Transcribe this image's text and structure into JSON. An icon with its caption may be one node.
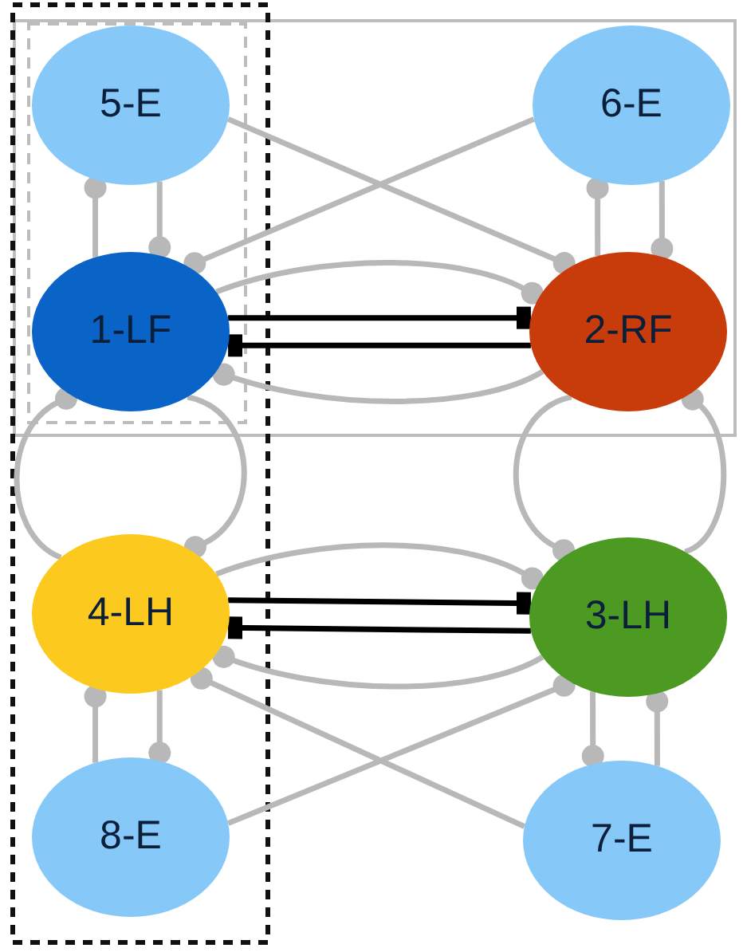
{
  "diagram": {
    "nodes": [
      {
        "text": [
          "5-E"
        ]
      },
      {
        "text": [
          "6-E"
        ]
      },
      {
        "text": [
          "1-LF"
        ]
      },
      {
        "text": [
          "2-RF"
        ]
      },
      {
        "text": [
          "4-LH"
        ]
      },
      {
        "text": [
          "3-LH"
        ]
      },
      {
        "text": [
          "8-E"
        ]
      },
      {
        "text": [
          "7-E"
        ]
      }
    ],
    "edges": [
      {
        "from": 2,
        "to": 0,
        "arrow": "other"
      },
      {
        "from": 0,
        "to": 2,
        "arrow": "other"
      },
      {
        "from": 3,
        "to": 1,
        "arrow": "other"
      },
      {
        "from": 1,
        "to": 3,
        "arrow": "other"
      },
      {
        "from": 0,
        "to": 3,
        "arrow": "other"
      },
      {
        "from": 1,
        "to": 2,
        "arrow": "other"
      },
      {
        "from": 2,
        "to": 3,
        "arrow": "other"
      },
      {
        "from": 3,
        "to": 2,
        "arrow": "other"
      },
      {
        "from": 2,
        "to": 3,
        "arrow": "other",
        "color": "#000000"
      },
      {
        "from": 3,
        "to": 2,
        "arrow": "other",
        "color": "#000000"
      },
      {
        "from": 4,
        "to": 2,
        "arrow": "other"
      },
      {
        "from": 2,
        "to": 4,
        "arrow": "other"
      },
      {
        "from": 3,
        "to": 5,
        "arrow": "other"
      },
      {
        "from": 5,
        "to": 3,
        "arrow": "other"
      },
      {
        "from": 4,
        "to": 5,
        "arrow": "other"
      },
      {
        "from": 5,
        "to": 4,
        "arrow": "other"
      },
      {
        "from": 4,
        "to": 5,
        "arrow": "other",
        "color": "#000000"
      },
      {
        "from": 5,
        "to": 4,
        "arrow": "other",
        "color": "#000000"
      },
      {
        "from": 6,
        "to": 4,
        "arrow": "other"
      },
      {
        "from": 4,
        "to": 6,
        "arrow": "other"
      },
      {
        "from": 5,
        "to": 7,
        "arrow": "other"
      },
      {
        "from": 7,
        "to": 5,
        "arrow": "other"
      },
      {
        "from": 7,
        "to": 4,
        "arrow": "other"
      },
      {
        "from": 6,
        "to": 5,
        "arrow": "other"
      }
    ]
  }
}
